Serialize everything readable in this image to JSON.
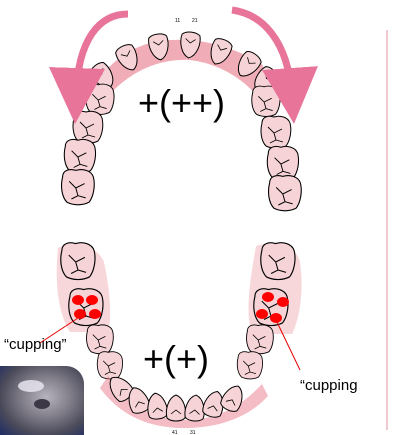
{
  "labels": {
    "upper_score": "+(++)",
    "lower_score": "+(+)",
    "cupping_left": "“cupping”",
    "cupping_right": "“cupping",
    "upper_tooth_num_left": "11",
    "upper_tooth_num_right": "21",
    "lower_tooth_num_left": "41",
    "lower_tooth_num_right": "31"
  },
  "colors": {
    "highlight": "#e66a7c",
    "tooth_fill": "#f6d3d6",
    "arrow": "#e8749a",
    "cupping_dot": "#ff0000",
    "leader_line": "#e60000"
  },
  "photo": {
    "caption": ""
  }
}
